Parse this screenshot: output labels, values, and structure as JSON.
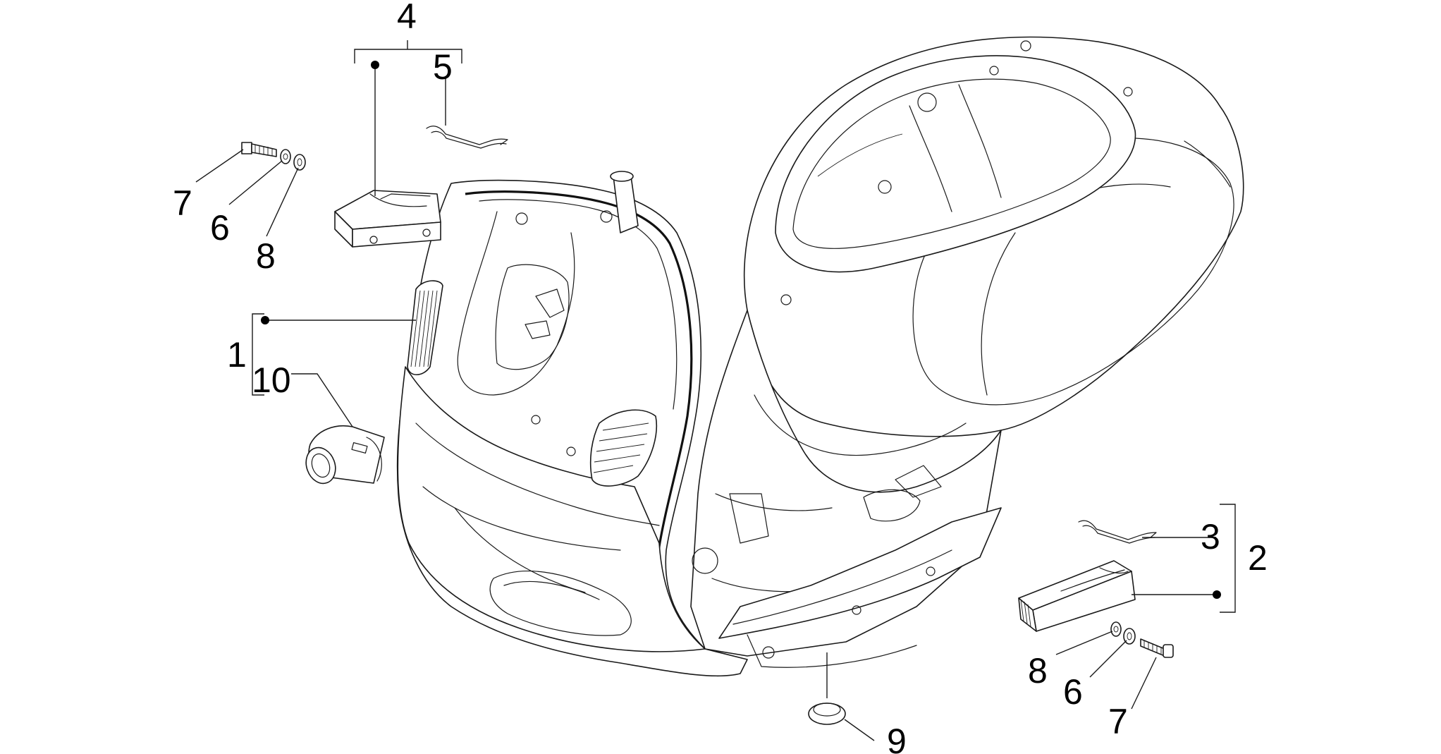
{
  "diagram": {
    "callouts": {
      "c1": "1",
      "c2": "2",
      "c3": "3",
      "c4": "4",
      "c5": "5",
      "c6_top": "6",
      "c6_bottom": "6",
      "c7_top": "7",
      "c7_bottom": "7",
      "c8_top": "8",
      "c8_bottom": "8",
      "c9": "9",
      "c10": "10"
    },
    "line_color": "#1a1a1a",
    "background": "#ffffff"
  }
}
